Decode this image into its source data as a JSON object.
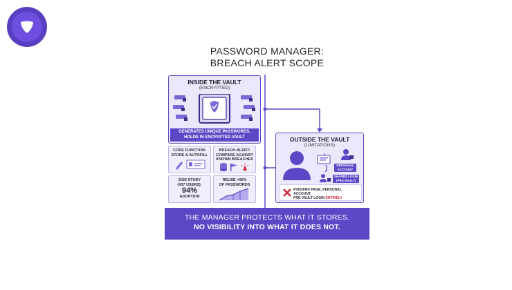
{
  "title": {
    "line1": "PASSWORD MANAGER:",
    "line2": "BREACH ALERT SCOPE"
  },
  "inside": {
    "heading": "INSIDE THE VAULT",
    "sub": "(ENCRYPTED)",
    "caption_line1": "GENERATES UNIQUE PASSWORDS,",
    "caption_line2": "HOLDS IN ENCRYPTED VAULT"
  },
  "features": [
    {
      "line1": "CORE FUNCTION:",
      "line2": "STORE & AUTOFILL"
    },
    {
      "line1": "BREACH-ALERT:",
      "line2": "COMPARE AGAINST",
      "line3": "KNOWN BREACHES"
    },
    {
      "line1": "2026 STUDY",
      "line2": "(437 USERS):",
      "value": "94%",
      "line3": "ADOPTION"
    },
    {
      "line1": "REUSE >50%",
      "line2": "OF PASSWORDS"
    }
  ],
  "outside": {
    "heading": "OUTSIDE THE VAULT",
    "sub": "(LIMITATIONS)",
    "tag1_line1": "PERSONAL",
    "tag1_line2": "ACCOUNT",
    "tag2_line1": "SHARED LOGIN",
    "tag2_line2": "(PRE-VAULT)",
    "warn_line1": "PHISHING PAGE, PERSONAL ACCOUNT,",
    "warn_line2": "PRE-VAULT LOGIN",
    "warn_red": "ENTIRELY"
  },
  "banner": {
    "line1": "THE MANAGER PROTECTS WHAT IT STORES.",
    "line2": "NO VISIBILITY INTO WHAT IT DOES NOT."
  },
  "colors": {
    "accent": "#5d47c7",
    "panel": "#ece8fb",
    "alert": "#d0263a",
    "logo": "#6f4fe0"
  }
}
